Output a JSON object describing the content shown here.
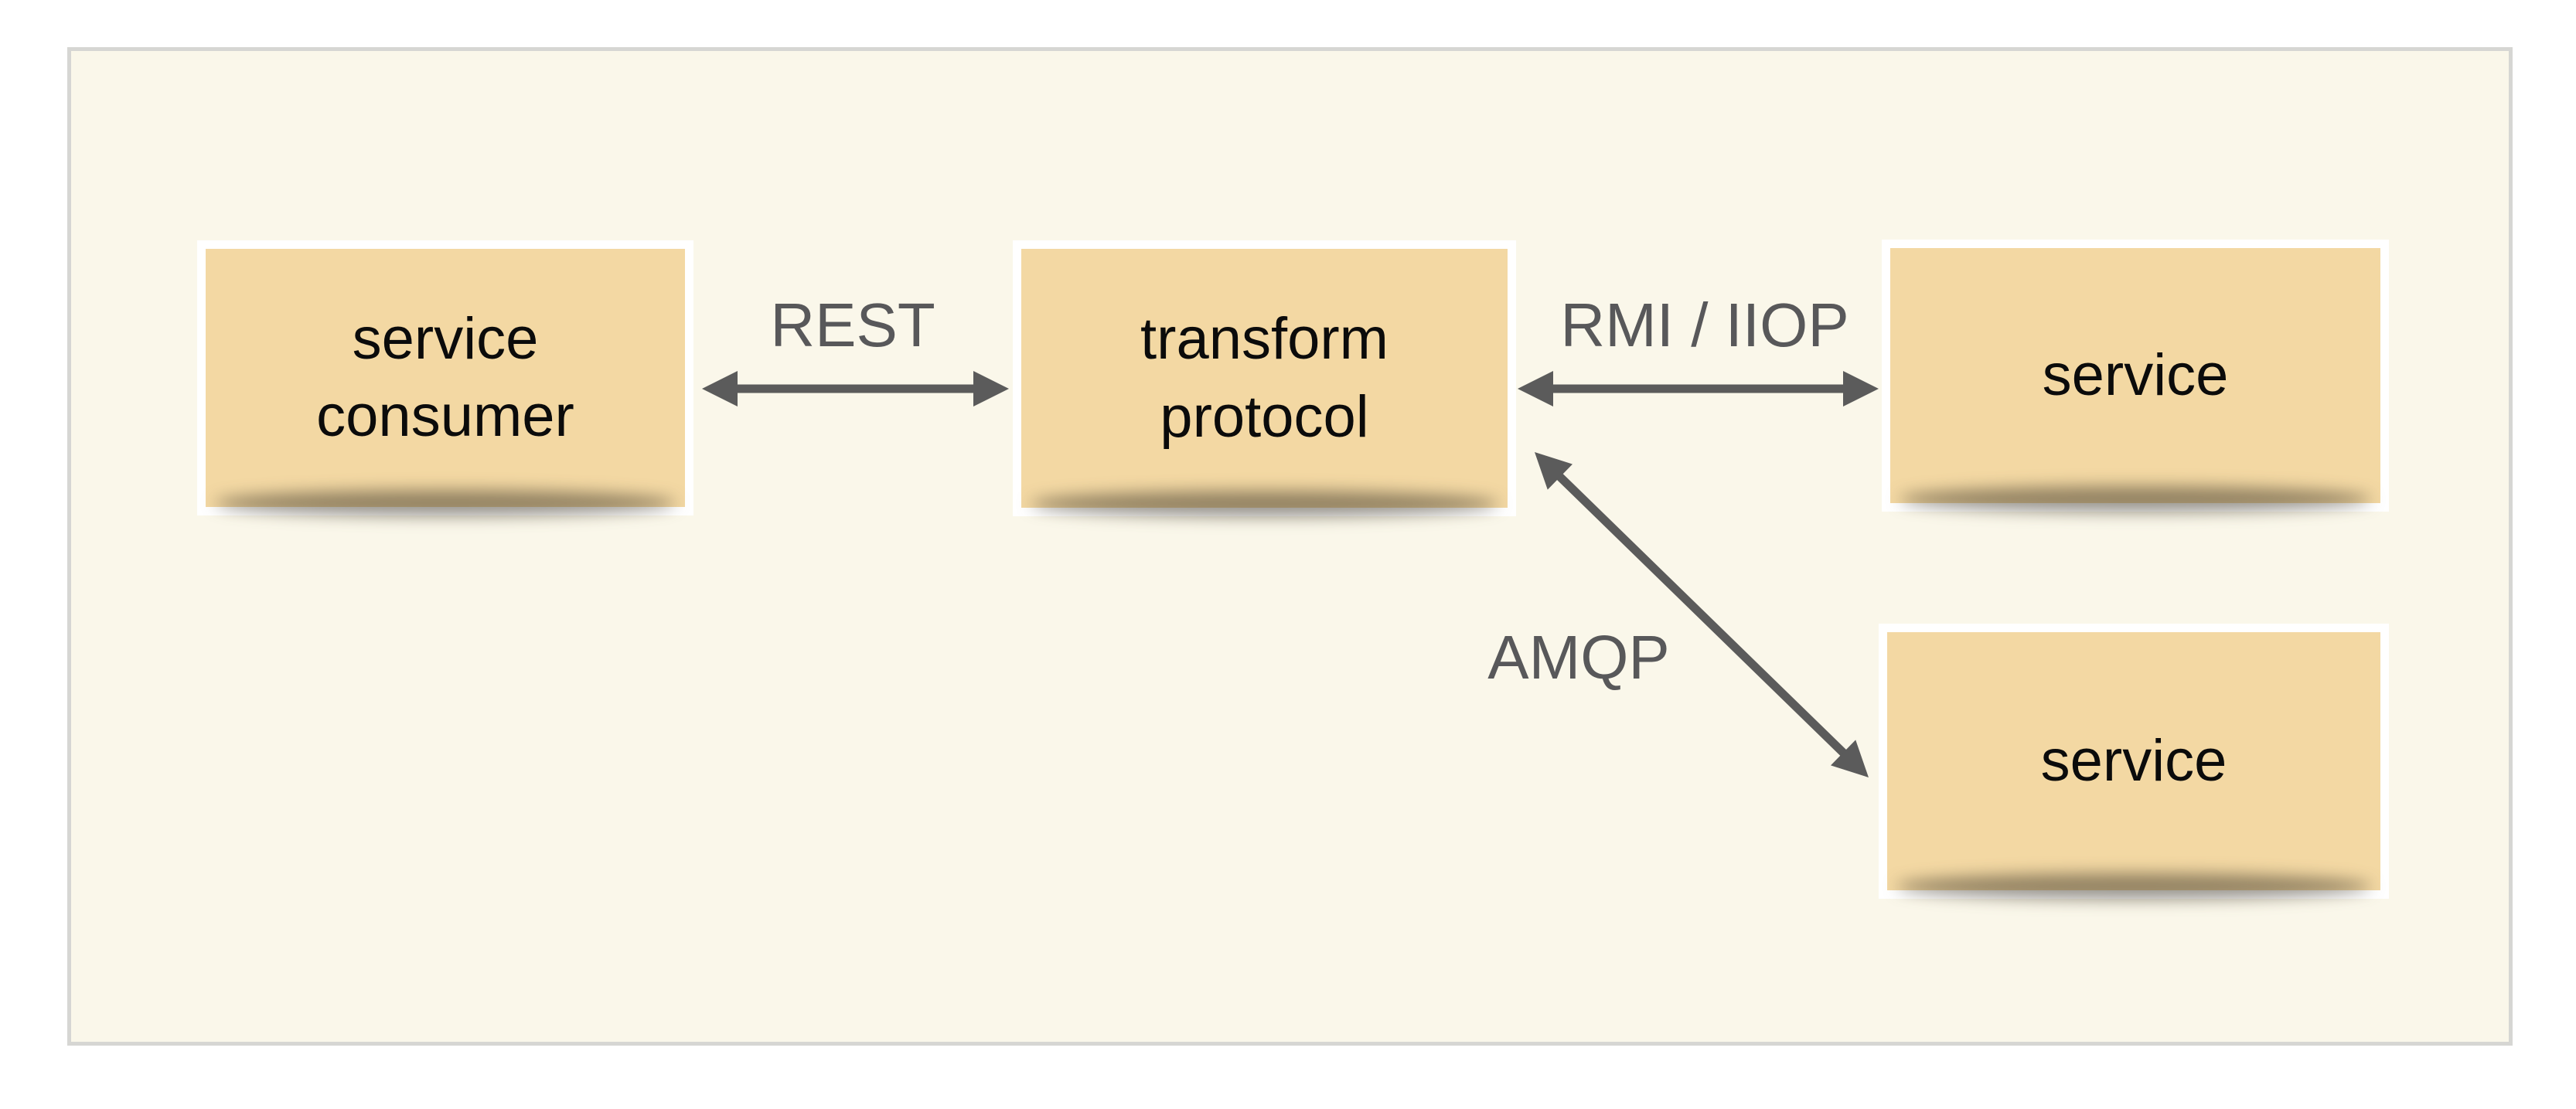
{
  "colors": {
    "canvas_bg": "#ffffff",
    "panel_bg": "#faf7ea",
    "panel_border": "#d6d6d3",
    "node_fill": "#f3d8a3",
    "node_frame": "#ffffff",
    "node_text": "#0b0b0b",
    "connector": "#5b5b5b",
    "connector_text": "#58585a"
  },
  "diagram": {
    "nodes": [
      {
        "id": "service-consumer",
        "label": "service\nconsumer"
      },
      {
        "id": "transform-protocol",
        "label": "transform\nprotocol"
      },
      {
        "id": "service-1",
        "label": "service"
      },
      {
        "id": "service-2",
        "label": "service"
      }
    ],
    "edges": [
      {
        "id": "rest",
        "label": "REST",
        "from": "service-consumer",
        "to": "transform-protocol",
        "shape": "horizontal-double-arrow"
      },
      {
        "id": "rmi-iiop",
        "label": "RMI / IIOP",
        "from": "transform-protocol",
        "to": "service-1",
        "shape": "horizontal-double-arrow"
      },
      {
        "id": "amqp",
        "label": "AMQP",
        "from": "transform-protocol",
        "to": "service-2",
        "shape": "diagonal-double-arrow"
      }
    ]
  }
}
